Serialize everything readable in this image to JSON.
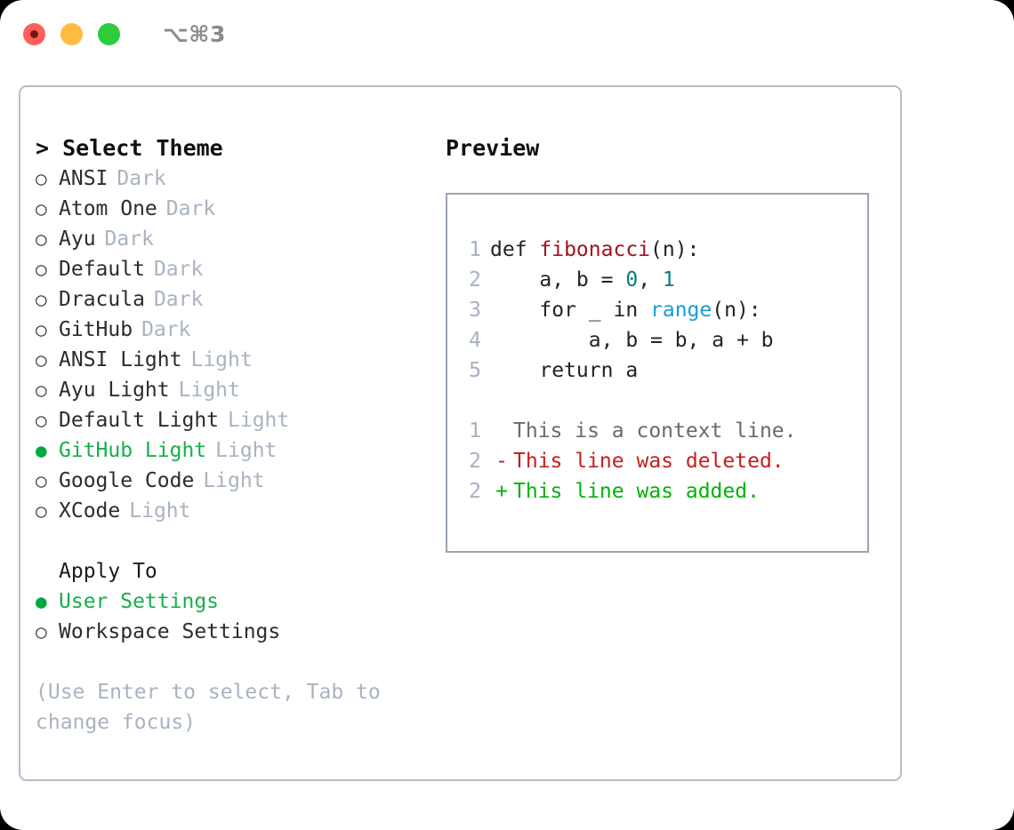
{
  "window": {
    "title": "⌥⌘3",
    "traffic_lights": [
      "close-red",
      "minimize-yellow",
      "maximize-green"
    ]
  },
  "theme_picker": {
    "heading": "> Select Theme",
    "options": [
      {
        "bullet": "○",
        "label": "ANSI",
        "tag": "Dark",
        "selected": false
      },
      {
        "bullet": "○",
        "label": "Atom One",
        "tag": "Dark",
        "selected": false
      },
      {
        "bullet": "○",
        "label": "Ayu",
        "tag": "Dark",
        "selected": false
      },
      {
        "bullet": "○",
        "label": "Default",
        "tag": "Dark",
        "selected": false
      },
      {
        "bullet": "○",
        "label": "Dracula",
        "tag": "Dark",
        "selected": false
      },
      {
        "bullet": "○",
        "label": "GitHub",
        "tag": "Dark",
        "selected": false
      },
      {
        "bullet": "○",
        "label": "ANSI Light",
        "tag": "Light",
        "selected": false
      },
      {
        "bullet": "○",
        "label": "Ayu Light",
        "tag": "Light",
        "selected": false
      },
      {
        "bullet": "○",
        "label": "Default Light",
        "tag": "Light",
        "selected": false
      },
      {
        "bullet": "●",
        "label": "GitHub Light",
        "tag": "Light",
        "selected": true
      },
      {
        "bullet": "○",
        "label": "Google Code",
        "tag": "Light",
        "selected": false
      },
      {
        "bullet": "○",
        "label": "XCode",
        "tag": "Light",
        "selected": false
      }
    ]
  },
  "apply_to": {
    "heading": "Apply To",
    "options": [
      {
        "bullet": "●",
        "label": "User Settings",
        "selected": true
      },
      {
        "bullet": "○",
        "label": "Workspace Settings",
        "selected": false
      }
    ]
  },
  "hint": "(Use Enter to select, Tab to change focus)",
  "preview": {
    "heading": "Preview",
    "code_lines": [
      {
        "num": "1",
        "tokens": [
          {
            "t": "def ",
            "c": "plain"
          },
          {
            "t": "fibonacci",
            "c": "fn"
          },
          {
            "t": "(n):",
            "c": "plain"
          }
        ]
      },
      {
        "num": "2",
        "tokens": [
          {
            "t": "    a, b = ",
            "c": "plain"
          },
          {
            "t": "0",
            "c": "num"
          },
          {
            "t": ", ",
            "c": "plain"
          },
          {
            "t": "1",
            "c": "num"
          }
        ]
      },
      {
        "num": "3",
        "tokens": [
          {
            "t": "    for _ in ",
            "c": "plain"
          },
          {
            "t": "range",
            "c": "blt"
          },
          {
            "t": "(n):",
            "c": "plain"
          }
        ]
      },
      {
        "num": "4",
        "tokens": [
          {
            "t": "        a, b = b, a + b",
            "c": "plain"
          }
        ]
      },
      {
        "num": "5",
        "tokens": [
          {
            "t": "    return a",
            "c": "plain"
          }
        ]
      }
    ],
    "diff_lines": [
      {
        "num": "1",
        "mark": " ",
        "text": "This is a context line.",
        "kind": "context"
      },
      {
        "num": "2",
        "mark": "-",
        "text": "This line was deleted.",
        "kind": "del"
      },
      {
        "num": "2",
        "mark": "+",
        "text": "This line was added.",
        "kind": "add"
      }
    ]
  },
  "colors": {
    "selected_green": "#16b04a",
    "bullet_green": "#00a844",
    "tag_gray": "#a9b3c1",
    "panel_border": "#b6bdc9",
    "preview_border": "#99a4b4",
    "syntax_function": "#a3111f",
    "syntax_number": "#067d7d",
    "syntax_builtin": "#169fd6",
    "diff_delete": "#c41e1e",
    "diff_add": "#00b209",
    "diff_context": "#6a6a6a",
    "line_number": "#a6b1c0"
  }
}
